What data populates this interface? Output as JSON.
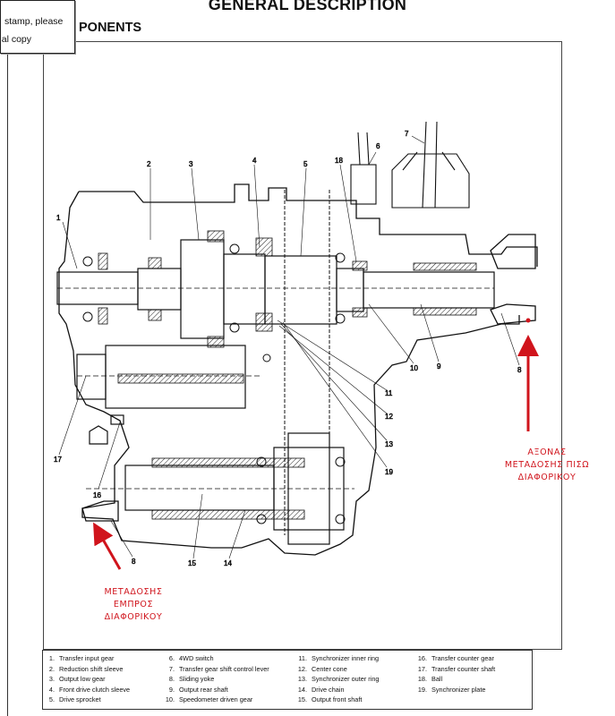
{
  "header": {
    "title": "GENERAL DESCRIPTION",
    "section": "PONENTS"
  },
  "stamp_popup": {
    "line1": "stamp, please",
    "line2": "trial copy"
  },
  "callouts": [
    "1",
    "2",
    "3",
    "4",
    "5",
    "6",
    "7",
    "18",
    "17",
    "16",
    "8",
    "15",
    "14",
    "19",
    "13",
    "12",
    "11",
    "10",
    "9",
    "8"
  ],
  "annotations": {
    "rear_shaft": [
      "ΑΞΟΝΑΣ",
      "ΜΕΤΑΔΟΣΗΣ ΠΙΣΩ",
      "ΔΙΑΦΟΡΙΚΟΥ"
    ],
    "front_shaft": [
      "ΜΕΤΑΔΟΣΗΣ",
      "ΕΜΠΡΟΣ",
      "ΔΙΑΦΟΡΙΚΟΥ"
    ],
    "arrow_color": "#d0141c"
  },
  "legend": [
    {
      "num": "1.",
      "label": "Transfer input gear"
    },
    {
      "num": "2.",
      "label": "Reduction shift sleeve"
    },
    {
      "num": "3.",
      "label": "Output low gear"
    },
    {
      "num": "4.",
      "label": "Front drive clutch sleeve"
    },
    {
      "num": "5.",
      "label": "Drive sprocket"
    },
    {
      "num": "6.",
      "label": "4WD switch"
    },
    {
      "num": "7.",
      "label": "Transfer gear shift control lever"
    },
    {
      "num": "8.",
      "label": "Sliding yoke"
    },
    {
      "num": "9.",
      "label": "Output rear shaft"
    },
    {
      "num": "10.",
      "label": "Speedometer driven gear"
    },
    {
      "num": "11.",
      "label": "Synchronizer inner ring"
    },
    {
      "num": "12.",
      "label": "Center cone"
    },
    {
      "num": "13.",
      "label": "Synchronizer outer ring"
    },
    {
      "num": "14.",
      "label": "Drive chain"
    },
    {
      "num": "15.",
      "label": "Output front shaft"
    },
    {
      "num": "16.",
      "label": "Transfer counter gear"
    },
    {
      "num": "17.",
      "label": "Transfer counter shaft"
    },
    {
      "num": "18.",
      "label": "Ball"
    },
    {
      "num": "19.",
      "label": "Synchronizer plate"
    }
  ]
}
